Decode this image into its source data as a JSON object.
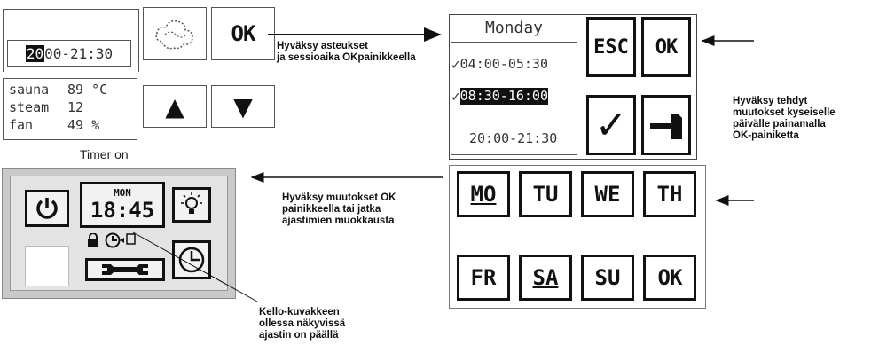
{
  "screen1": {
    "time_highlight": "20",
    "time_rest": "00-21:30",
    "rows": [
      {
        "label": "sauna",
        "value": "89 °C"
      },
      {
        "label": "steam",
        "value": "12"
      },
      {
        "label": "fan",
        "value": "49 %"
      }
    ],
    "ok_label": "OK",
    "up_symbol": "▲",
    "down_symbol": "▼",
    "mode_icon": "steam-cloud-icon"
  },
  "screen2": {
    "day": "Monday",
    "slots": [
      {
        "check": "✓",
        "time": "04:00-05:30",
        "selected": false
      },
      {
        "check": "✓",
        "time": "08:30-16:00",
        "selected": true
      },
      {
        "check": "",
        "time": "20:00-21:30",
        "selected": false
      }
    ],
    "esc_label": "ESC",
    "ok_label": "OK",
    "check_symbol": "✓",
    "tool_icon": "hammer-icon"
  },
  "screen3": {
    "days_row1": [
      "MO",
      "TU",
      "WE",
      "TH"
    ],
    "days_row2": [
      "FR",
      "SA",
      "SU",
      "OK"
    ]
  },
  "screen4": {
    "day": "MON",
    "time": "18:45",
    "icons": [
      "power-icon",
      "light-icon",
      "lock-icon",
      "clock-icon",
      "wrench-icon",
      "timer-icon"
    ]
  },
  "captions": {
    "timer_on": "Timer on",
    "note_accept_degrees": [
      "Hyväksy asteukset",
      "ja sessioaika OKpainikkeella"
    ],
    "note_accept_day": [
      "Hyväksy tehdyt",
      "muutokset kyseiselle",
      "päivälle painamalla",
      "OK-painiketta"
    ],
    "note_accept_or_continue": [
      "Hyväksy muutokset OK",
      "painikkeella tai jatka",
      "ajastimien muokkausta"
    ],
    "note_clock": [
      "Kello-kuvakkeen",
      "ollessa näkyvissä",
      "ajastin on päällä"
    ]
  }
}
